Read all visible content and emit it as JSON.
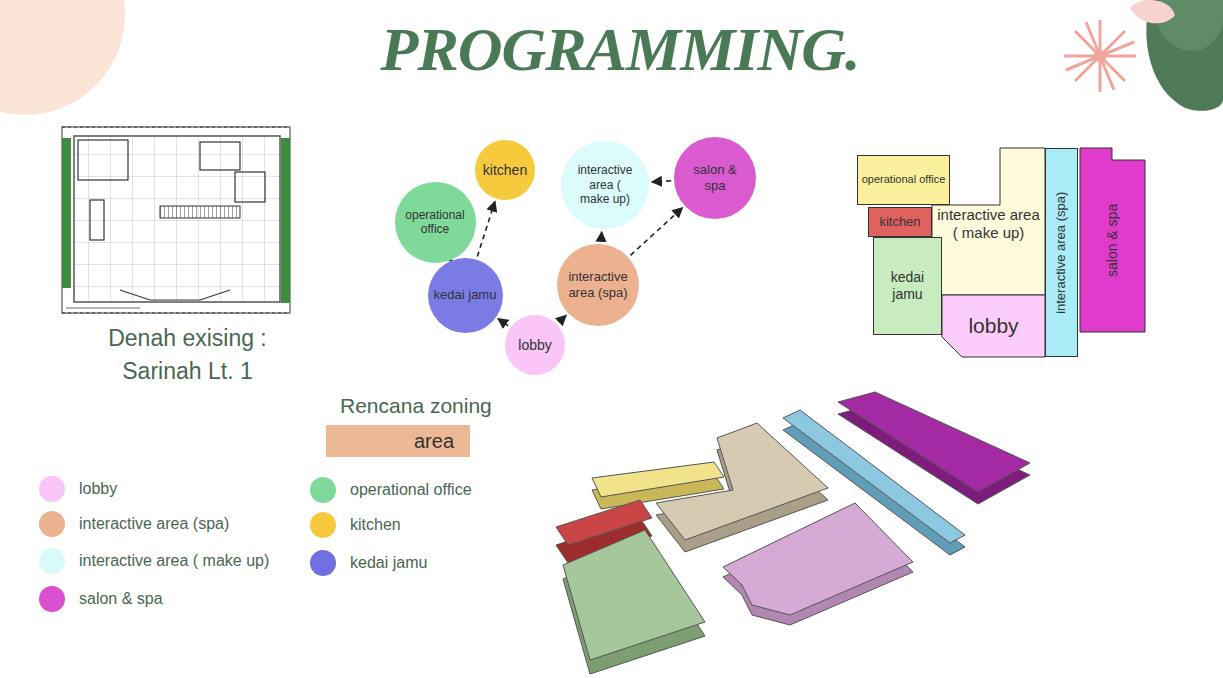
{
  "diagram": {
    "title": "PROGRAMMING.",
    "nodes": [
      {
        "text": [
          "kitchen"
        ]
      },
      {
        "text": [
          "salon & spa"
        ]
      },
      {
        "text": [
          "operational office"
        ]
      },
      {
        "text": [
          "interactive area ( make up)"
        ]
      },
      {
        "text": [
          "kedai jamu"
        ]
      },
      {
        "text": [
          "interactive area (spa)"
        ]
      },
      {
        "text": [
          "lobby"
        ]
      },
      {
        "text": [
          "operational office"
        ]
      },
      {
        "text": [
          "kitchen"
        ]
      },
      {
        "text": [
          "interactive area ( make up)"
        ]
      },
      {
        "text": [
          "interactive area (spa)"
        ]
      },
      {
        "text": [
          "salon & spa"
        ]
      },
      {
        "text": [
          "kedai jamu"
        ]
      },
      {
        "text": [
          "lobby"
        ]
      },
      {
        "text": [
          "area"
        ]
      }
    ],
    "edges": [
      {
        "from": 6,
        "to": 4,
        "arrow": "to"
      },
      {
        "from": 4,
        "to": 2,
        "arrow": "to"
      },
      {
        "from": 4,
        "to": 0,
        "arrow": "to"
      },
      {
        "from": 6,
        "to": 5,
        "arrow": "to"
      },
      {
        "from": 5,
        "to": 3,
        "arrow": "to"
      },
      {
        "from": 5,
        "to": 1,
        "arrow": "to"
      },
      {
        "from": 1,
        "to": 3,
        "arrow": "to"
      }
    ],
    "labels": [
      "Denah exising : Sarinah Lt. 1",
      "Rencana zoning"
    ],
    "legend": [
      {
        "text": "lobby",
        "color": "#f9c6f7"
      },
      {
        "text": "interactive area (spa)",
        "color": "#ecb18e"
      },
      {
        "text": "interactive area ( make up)",
        "color": "#d8fafa"
      },
      {
        "text": "salon & spa",
        "color": "#d94fcf"
      },
      {
        "text": "operational office",
        "color": "#7fd99b"
      },
      {
        "text": "kitchen",
        "color": "#f7c93c"
      },
      {
        "text": "kedai jamu",
        "color": "#7170e2"
      }
    ]
  }
}
